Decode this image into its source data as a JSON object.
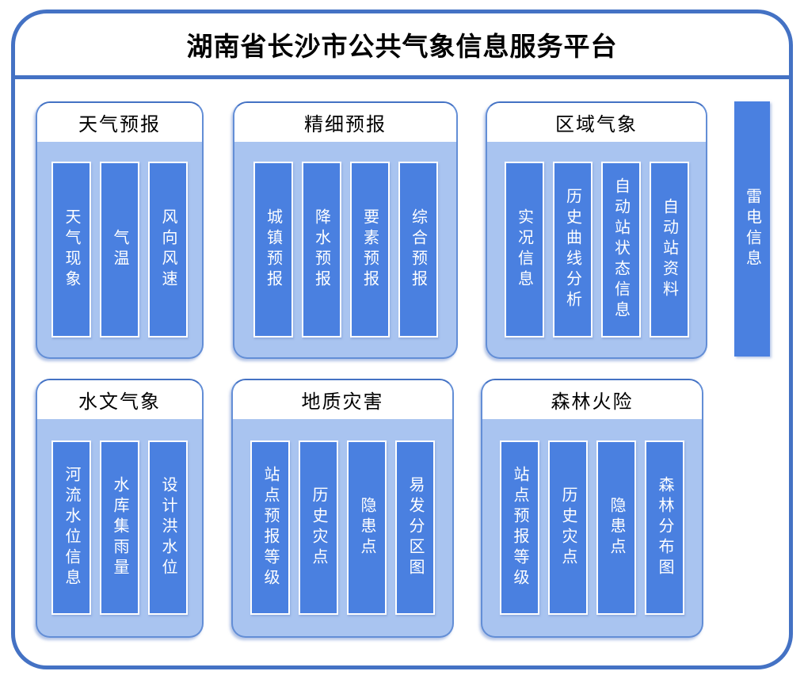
{
  "title": "湖南省长沙市公共气象信息服务平台",
  "colors": {
    "frame_border": "#4472c4",
    "bar_fill": "#4a80e0",
    "panel_body": "#a9c4f0",
    "panel_border": "#638ed6",
    "panel_border_top": "#4472c4",
    "bar_text": "#ffffff",
    "title_text": "#000000"
  },
  "panels": [
    {
      "label": "天气预报",
      "items": [
        "天气现象",
        "气温",
        "风向风速"
      ]
    },
    {
      "label": "精细预报",
      "items": [
        "城镇预报",
        "降水预报",
        "要素预报",
        "综合预报"
      ]
    },
    {
      "label": "区域气象",
      "items": [
        "实况信息",
        "历史曲线分析",
        "自动站状态信息",
        "自动站资料"
      ]
    },
    {
      "label": "水文气象",
      "items": [
        "河流水位信息",
        "水库集雨量",
        "设计洪水位"
      ]
    },
    {
      "label": "地质灾害",
      "items": [
        "站点预报等级",
        "历史灾点",
        "隐患点",
        "易发分区图"
      ]
    },
    {
      "label": "森林火险",
      "items": [
        "站点预报等级",
        "历史灾点",
        "隐患点",
        "森林分布图"
      ]
    }
  ],
  "side_bar": {
    "label": "雷电信息"
  }
}
